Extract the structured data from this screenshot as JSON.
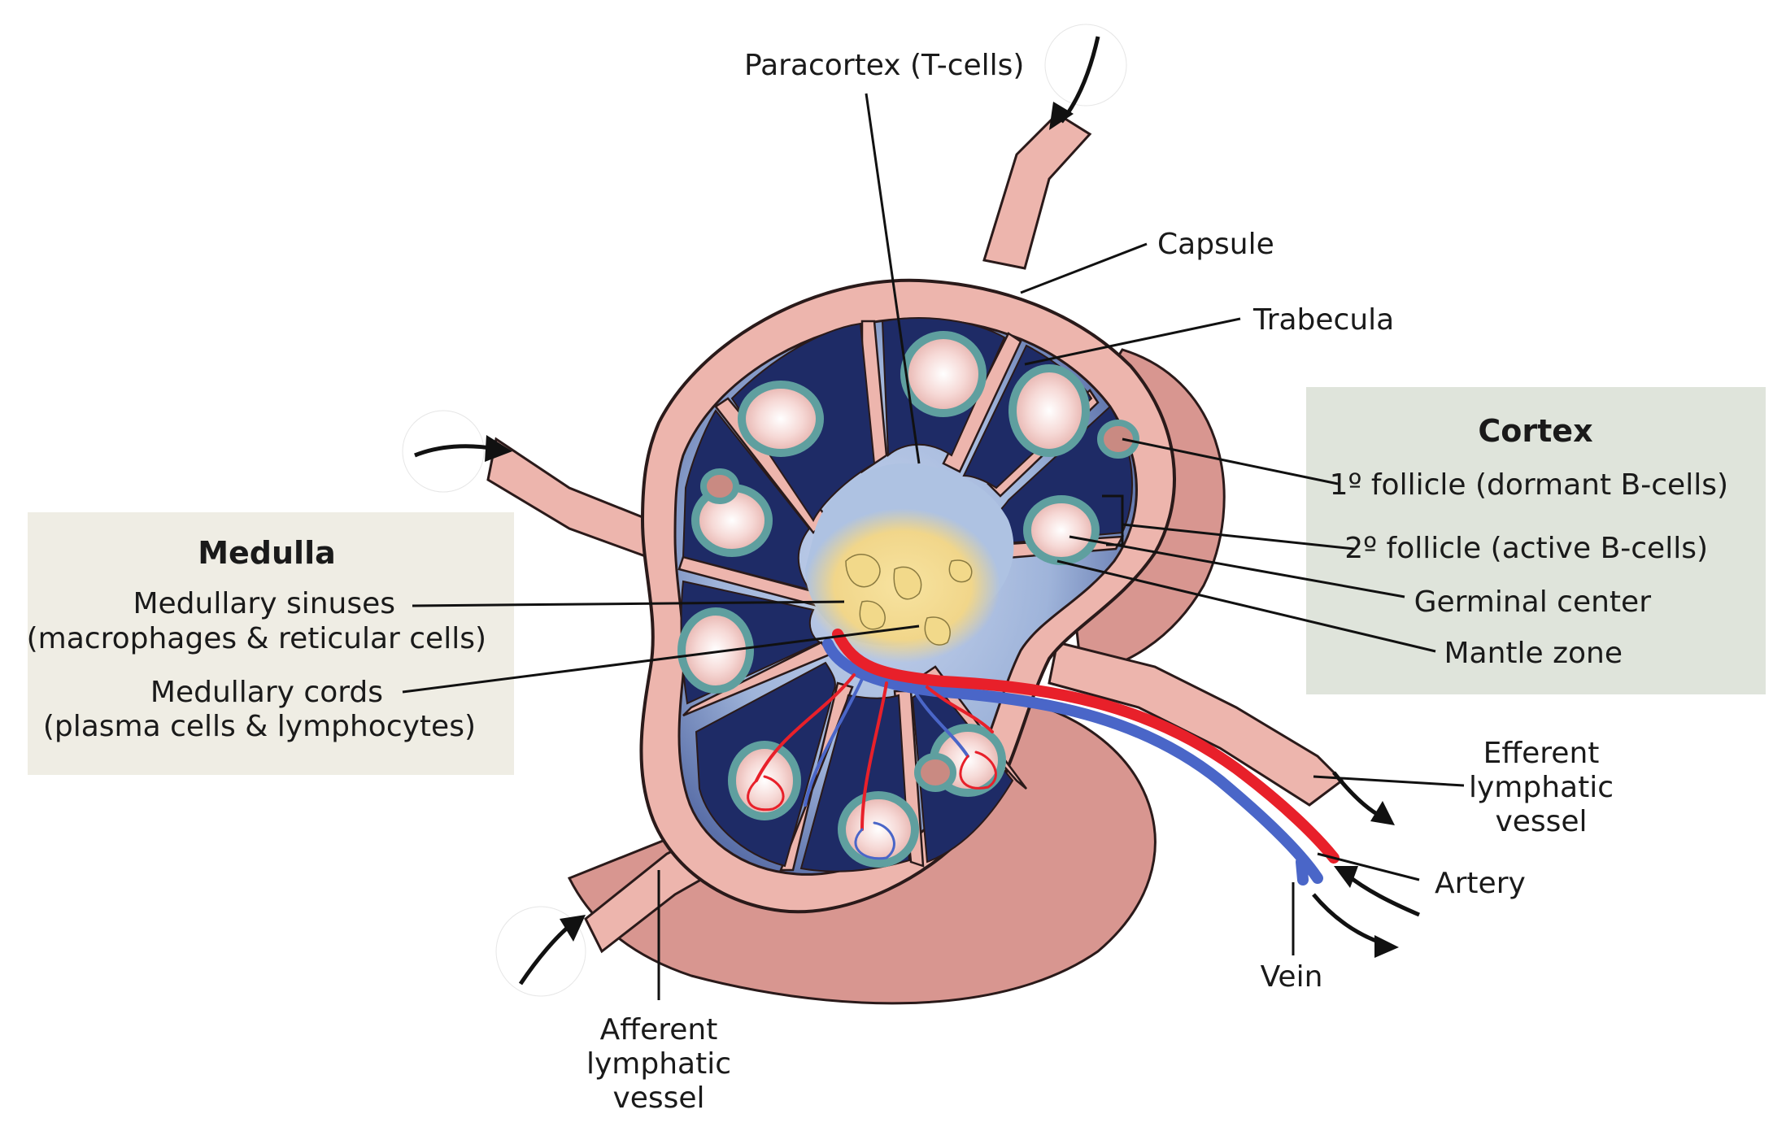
{
  "labels": {
    "paracortex": "Paracortex (T-cells)",
    "capsule": "Capsule",
    "trabecula": "Trabecula",
    "efferent_line1": "Efferent",
    "efferent_line2": "lymphatic",
    "efferent_line3": "vessel",
    "artery": "Artery",
    "vein": "Vein",
    "afferent_line1": "Afferent",
    "afferent_line2": "lymphatic",
    "afferent_line3": "vessel"
  },
  "cortex": {
    "title": "Cortex",
    "primary_follicle": "1º follicle (dormant B-cells)",
    "secondary_follicle": "2º follicle (active B-cells)",
    "germinal_center": "Germinal center",
    "mantle_zone": "Mantle zone"
  },
  "medulla": {
    "title": "Medulla",
    "sinuses_line1": "Medullary sinuses",
    "sinuses_line2": "(macrophages & reticular cells)",
    "cords_line1": "Medullary cords",
    "cords_line2": "(plasma cells & lymphocytes)"
  },
  "colors": {
    "capsule": "#edb5ad",
    "capsule_dark": "#c97f79",
    "sinus_blue": "#aec2e2",
    "deep_navy": "#1e2b66",
    "teal_rim": "#5f9f9f",
    "medulla_yellow": "#f2d98a",
    "artery": "#e8202a",
    "vein": "#4a66c8",
    "medulla_box": "#efede4",
    "cortex_box": "#dfe4db"
  }
}
